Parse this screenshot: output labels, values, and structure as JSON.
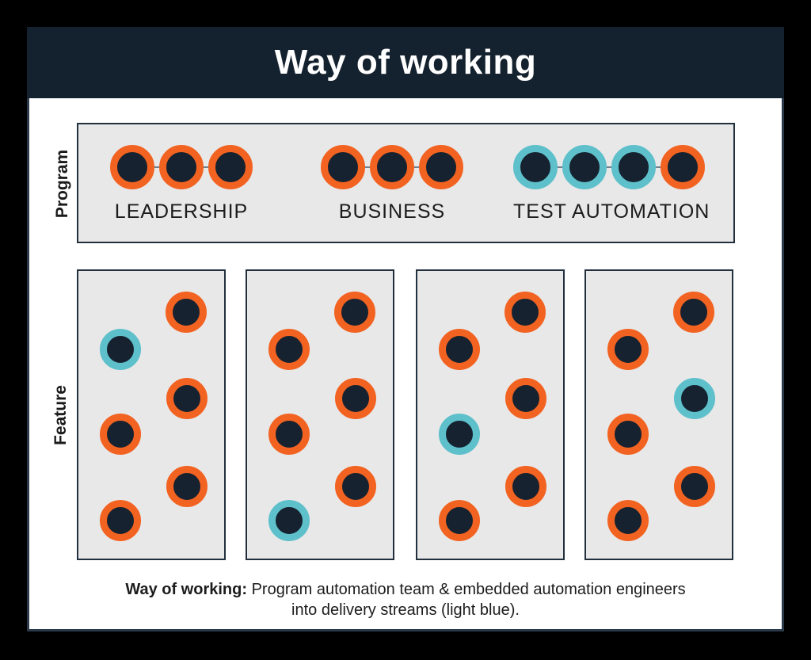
{
  "title": "Way of working",
  "colors": {
    "orange": "#f26322",
    "teal": "#5ec0cb",
    "dot_core": "#16222f",
    "header_bg": "#14212e",
    "box_bg": "#e8e8e8",
    "box_border": "#22303e"
  },
  "program": {
    "row_label": "Program",
    "groups": [
      {
        "label": "LEADERSHIP",
        "dots": [
          "orange",
          "orange",
          "orange"
        ]
      },
      {
        "label": "BUSINESS",
        "dots": [
          "orange",
          "orange",
          "orange"
        ]
      },
      {
        "label": "TEST AUTOMATION",
        "dots": [
          "teal",
          "teal",
          "teal",
          "orange"
        ]
      }
    ]
  },
  "feature": {
    "row_label": "Feature",
    "boxes": [
      {
        "dots": [
          "orange",
          "teal",
          "orange",
          "orange",
          "orange",
          "orange"
        ]
      },
      {
        "dots": [
          "orange",
          "orange",
          "orange",
          "orange",
          "orange",
          "teal"
        ]
      },
      {
        "dots": [
          "orange",
          "orange",
          "orange",
          "teal",
          "orange",
          "orange"
        ]
      },
      {
        "dots": [
          "orange",
          "orange",
          "teal",
          "orange",
          "orange",
          "orange"
        ]
      }
    ]
  },
  "caption": {
    "bold": "Way of working:",
    "line1": "Program automation team & embedded automation engineers",
    "line2": "into delivery streams (light blue)."
  }
}
